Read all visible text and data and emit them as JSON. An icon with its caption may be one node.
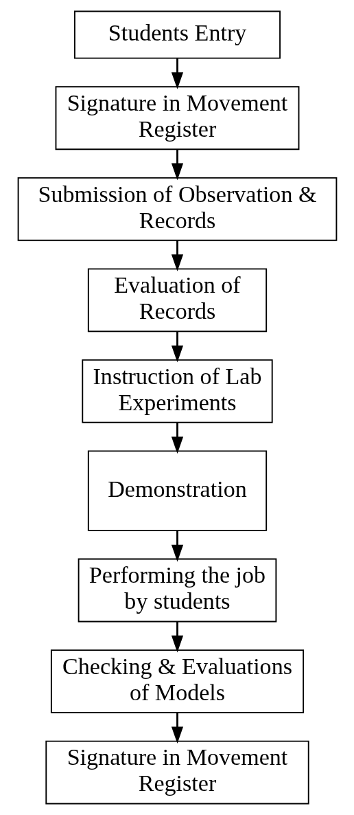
{
  "diagram": {
    "nodes": [
      {
        "text": [
          "Students Entry"
        ]
      },
      {
        "text": [
          "Signature in Movement Register"
        ]
      },
      {
        "text": [
          "Submission of Observation & Records"
        ]
      },
      {
        "text": [
          "Evaluation of Records"
        ]
      },
      {
        "text": [
          "Instruction of Lab Experiments"
        ]
      },
      {
        "text": [
          "Demonstration"
        ]
      },
      {
        "text": [
          "Performing the job by students"
        ]
      },
      {
        "text": [
          "Checking & Evaluations of Models"
        ]
      },
      {
        "text": [
          "Signature in Movement Register"
        ]
      }
    ],
    "edges": [
      {
        "from": 0,
        "to": 1,
        "arrow": "to"
      },
      {
        "from": 1,
        "to": 2,
        "arrow": "to"
      },
      {
        "from": 2,
        "to": 3,
        "arrow": "to"
      },
      {
        "from": 3,
        "to": 4,
        "arrow": "to"
      },
      {
        "from": 4,
        "to": 5,
        "arrow": "to"
      },
      {
        "from": 5,
        "to": 6,
        "arrow": "to"
      },
      {
        "from": 6,
        "to": 7,
        "arrow": "to"
      },
      {
        "from": 7,
        "to": 8,
        "arrow": "to"
      }
    ]
  }
}
